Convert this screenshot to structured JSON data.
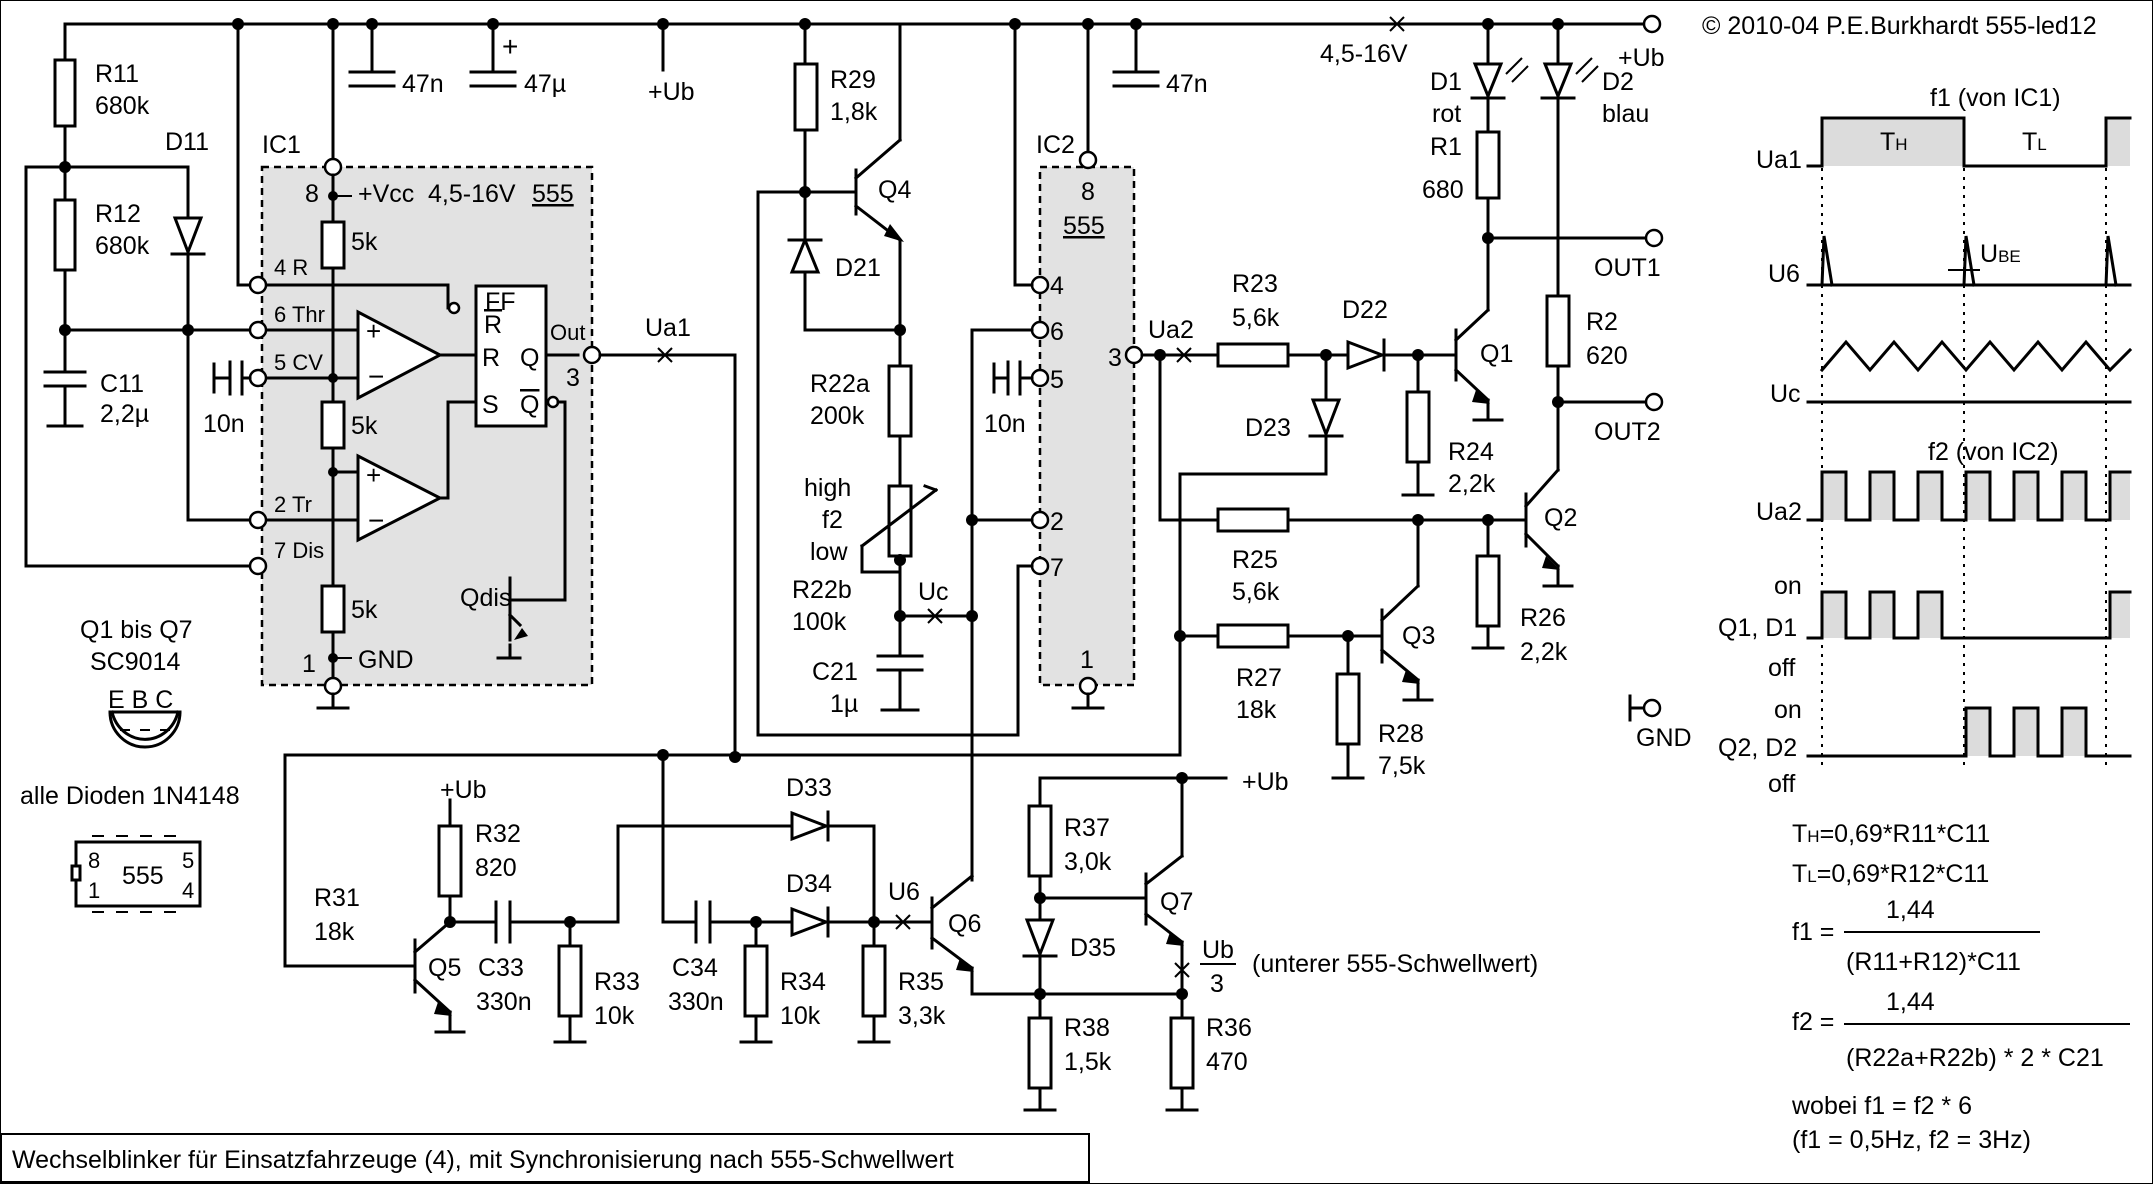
{
  "copyright": "© 2010-04 P.E.Burkhardt 555-led12",
  "caption": "Wechselblinker für Einsatzfahrzeuge (4), mit Synchronisierung nach 555-Schwellwert",
  "supply": {
    "ub": "+Ub",
    "range": "4,5-16V",
    "ub_third_num": "Ub",
    "ub_third_den": "3",
    "lower_threshold": "(unterer 555-Schwellwert)",
    "gnd": "GND"
  },
  "ic1": {
    "name": "IC1",
    "type": "555",
    "vcc": "+Vcc",
    "range": "4,5-16V",
    "pins": {
      "p8": "8",
      "p4": "4 R",
      "p6": "6 Thr",
      "p5": "5 CV",
      "p2": "2 Tr",
      "p7": "7 Dis",
      "p1": "1",
      "p3": "3",
      "gnd": "GND",
      "out": "Out"
    },
    "ff": {
      "title": "FF",
      "r_bar": "R",
      "r": "R",
      "s": "S",
      "q": "Q",
      "q_bar": "Q"
    },
    "divider": "5k",
    "qdis": "Qdis"
  },
  "ic2": {
    "name": "IC2",
    "type": "555",
    "pins": {
      "p8": "8",
      "p4": "4",
      "p6": "6",
      "p5": "5",
      "p2": "2",
      "p7": "7",
      "p1": "1",
      "p3": "3"
    }
  },
  "components": {
    "R11": {
      "name": "R11",
      "value": "680k"
    },
    "R12": {
      "name": "R12",
      "value": "680k"
    },
    "D11": {
      "name": "D11"
    },
    "C11": {
      "name": "C11",
      "value": "2,2µ"
    },
    "C_cv1": {
      "value": "10n"
    },
    "C_cv2": {
      "value": "10n"
    },
    "C_47n_a": {
      "value": "47n"
    },
    "C_47u": {
      "value": "47µ"
    },
    "C_47n_b": {
      "value": "47n"
    },
    "R29": {
      "name": "R29",
      "value": "1,8k"
    },
    "Q4": {
      "name": "Q4"
    },
    "D21": {
      "name": "D21"
    },
    "R22a": {
      "name": "R22a",
      "value": "200k"
    },
    "R22b": {
      "name": "R22b",
      "value": "100k",
      "high": "high",
      "f2": "f2",
      "low": "low"
    },
    "C21": {
      "name": "C21",
      "value": "1µ"
    },
    "Uc": {
      "name": "Uc"
    },
    "Ua1": {
      "name": "Ua1"
    },
    "Ua2": {
      "name": "Ua2"
    },
    "R23": {
      "name": "R23",
      "value": "5,6k"
    },
    "D22": {
      "name": "D22"
    },
    "D23": {
      "name": "D23"
    },
    "R24": {
      "name": "R24",
      "value": "2,2k"
    },
    "Q1": {
      "name": "Q1"
    },
    "R25": {
      "name": "R25",
      "value": "5,6k"
    },
    "R26": {
      "name": "R26",
      "value": "2,2k"
    },
    "Q2": {
      "name": "Q2"
    },
    "R27": {
      "name": "R27",
      "value": "18k"
    },
    "Q3": {
      "name": "Q3"
    },
    "R28": {
      "name": "R28",
      "value": "7,5k"
    },
    "D1": {
      "name": "D1",
      "color": "rot"
    },
    "D2": {
      "name": "D2",
      "color": "blau"
    },
    "R1": {
      "name": "R1",
      "value": "680"
    },
    "R2": {
      "name": "R2",
      "value": "620"
    },
    "OUT1": {
      "name": "OUT1"
    },
    "OUT2": {
      "name": "OUT2"
    },
    "R31": {
      "name": "R31",
      "value": "18k"
    },
    "R32": {
      "name": "R32",
      "value": "820"
    },
    "Q5": {
      "name": "Q5"
    },
    "C33": {
      "name": "C33",
      "value": "330n"
    },
    "R33": {
      "name": "R33",
      "value": "10k"
    },
    "C34": {
      "name": "C34",
      "value": "330n"
    },
    "R34": {
      "name": "R34",
      "value": "10k"
    },
    "D33": {
      "name": "D33"
    },
    "D34": {
      "name": "D34"
    },
    "U6": {
      "name": "U6"
    },
    "R35": {
      "name": "R35",
      "value": "3,3k"
    },
    "Q6": {
      "name": "Q6"
    },
    "R37": {
      "name": "R37",
      "value": "3,0k"
    },
    "Q7": {
      "name": "Q7"
    },
    "D35": {
      "name": "D35"
    },
    "R38": {
      "name": "R38",
      "value": "1,5k"
    },
    "R36": {
      "name": "R36",
      "value": "470"
    }
  },
  "notes": {
    "transistors_1": "Q1 bis Q7",
    "transistors_2": "SC9014",
    "pinout": "E B C",
    "diodes": "alle Dioden 1N4148",
    "chip_label": "555",
    "chip_pins": {
      "tl": "8",
      "bl": "1",
      "tr": "5",
      "br": "4"
    }
  },
  "timing": {
    "f1_title": "f1 (von IC1)",
    "f2_title": "f2 (von IC2)",
    "th": "T",
    "th_sub": "H",
    "tl": "T",
    "tl_sub": "L",
    "ube": "U",
    "ube_sub": "BE",
    "rows": {
      "ua1": "Ua1",
      "u6": "U6",
      "uc": "Uc",
      "ua2": "Ua2",
      "on1": "on",
      "q1d1": "Q1, D1",
      "off1": "off",
      "on2": "on",
      "q2d2": "Q2, D2",
      "off2": "off"
    }
  },
  "formulas": {
    "th_rest": "=0,69*R11*C11",
    "tl_rest": "=0,69*R12*C11",
    "f1_lhs": "f1 =",
    "f1_num": "1,44",
    "f1_den": "(R11+R12)*C11",
    "f2_lhs": "f2 =",
    "f2_num": "1,44",
    "f2_den": "(R22a+R22b) * 2 * C21",
    "where": "wobei f1 = f2 * 6",
    "values": "(f1 = 0,5Hz, f2 = 3Hz)"
  }
}
